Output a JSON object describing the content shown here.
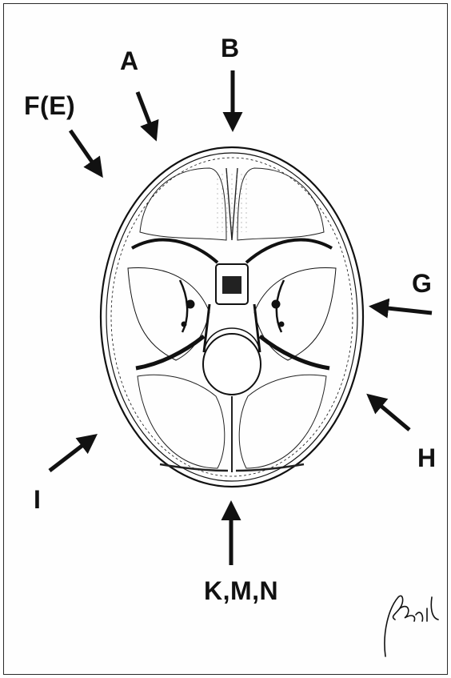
{
  "labels": {
    "a": "A",
    "b": "B",
    "fe": "F(E)",
    "g": "G",
    "h": "H",
    "i": "I",
    "kmn": "K,M,N"
  },
  "signature": "Bezil",
  "colors": {
    "ink": "#111111",
    "frame": "#2a2a2a",
    "bone_shade": "#cfcfcf"
  }
}
